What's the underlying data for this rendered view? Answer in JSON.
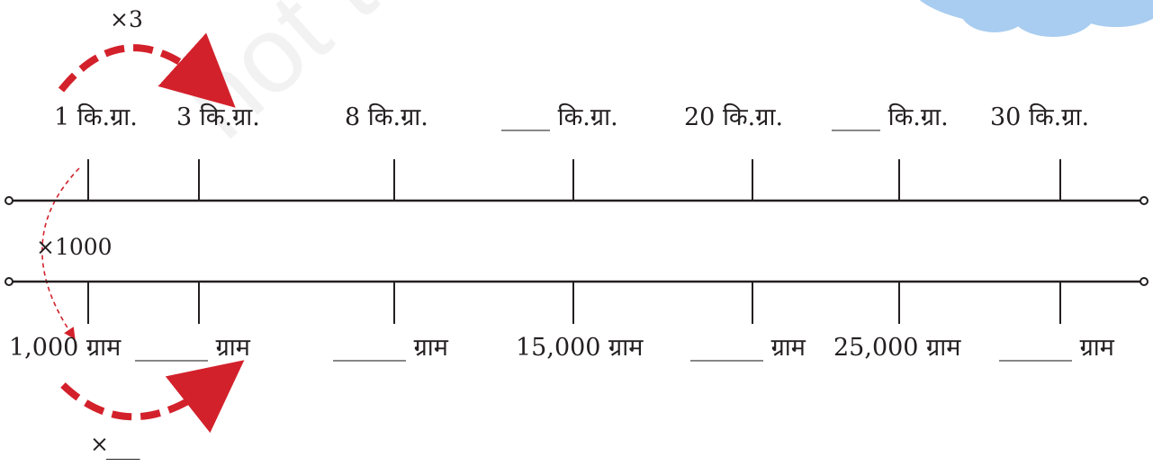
{
  "watermark": "not to",
  "colors": {
    "arc": "#d3212b",
    "line": "#231f20",
    "cloud": "#a9cdf0",
    "watermark": "#f2f2f2"
  },
  "top_multiplier": "×3",
  "side_multiplier": "×1000",
  "bottom_multiplier": "×",
  "bottom_multiplier_blank": "___",
  "kg_labels": [
    "1 कि.ग्रा.",
    "3 कि.ग्रा.",
    "8 कि.ग्रा.",
    "____ कि.ग्रा.",
    "20 कि.ग्रा.",
    "____ कि.ग्रा.",
    "30 कि.ग्रा."
  ],
  "gram_labels": [
    "1,000 ग्राम",
    "______ ग्राम",
    "______ ग्राम",
    "15,000 ग्राम",
    "______ ग्राम",
    "25,000 ग्राम",
    "______ ग्राम"
  ]
}
